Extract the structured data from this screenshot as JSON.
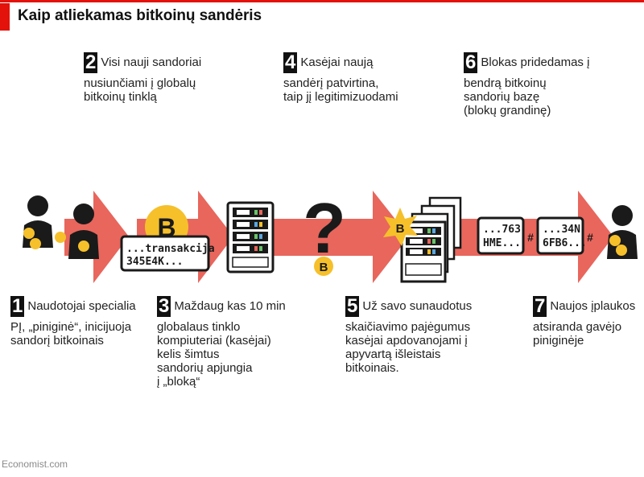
{
  "title": "Kaip atliekamas bitkoinų sandėris",
  "steps": [
    {
      "num": "1",
      "lines": [
        "Naudotojai specialia",
        "PĮ, „piniginė“, inicijuoja",
        "sandorį bitkoinais"
      ]
    },
    {
      "num": "2",
      "lines": [
        "Visi nauji sandoriai",
        "nusiunčiami į globalų",
        "bitkoinų tinklą"
      ]
    },
    {
      "num": "3",
      "lines": [
        "Maždaug kas 10 min",
        "globalaus tinklo",
        "kompiuteriai (kasėjai)",
        "kelis šimtus",
        "sandorių apjungia",
        "į „bloką“"
      ]
    },
    {
      "num": "4",
      "lines": [
        "Kasėjai naują",
        "sandėrį patvirtina,",
        "taip jį legitimizuodami"
      ]
    },
    {
      "num": "5",
      "lines": [
        "Už savo sunaudotus",
        "skaičiavimo pajėgumus",
        "kasėjai apdovanojami į",
        "apyvartą išleistais",
        "bitkoinais."
      ]
    },
    {
      "num": "6",
      "lines": [
        "Blokas pridedamas į",
        "bendrą bitkoinų",
        "sandorių bazę",
        "(blokų grandinę)"
      ]
    },
    {
      "num": "7",
      "lines": [
        "Naujos įplaukos",
        "atsiranda gavėjo",
        "piniginėje"
      ]
    }
  ],
  "diagram": {
    "transaction_lines": [
      "...transakcija",
      "345E4K..."
    ],
    "block1_lines": [
      "...763",
      "HME..."
    ],
    "block2_lines": [
      "...34N",
      "6FB6..."
    ],
    "hash_symbol": "#",
    "question_mark": "?",
    "bitcoin_symbol": "B"
  },
  "colors": {
    "accent": "#e3120b",
    "arrow": "#e8665c",
    "coin": "#f6c02b",
    "dark": "#1a1a1a"
  },
  "footer": "Economist.com"
}
